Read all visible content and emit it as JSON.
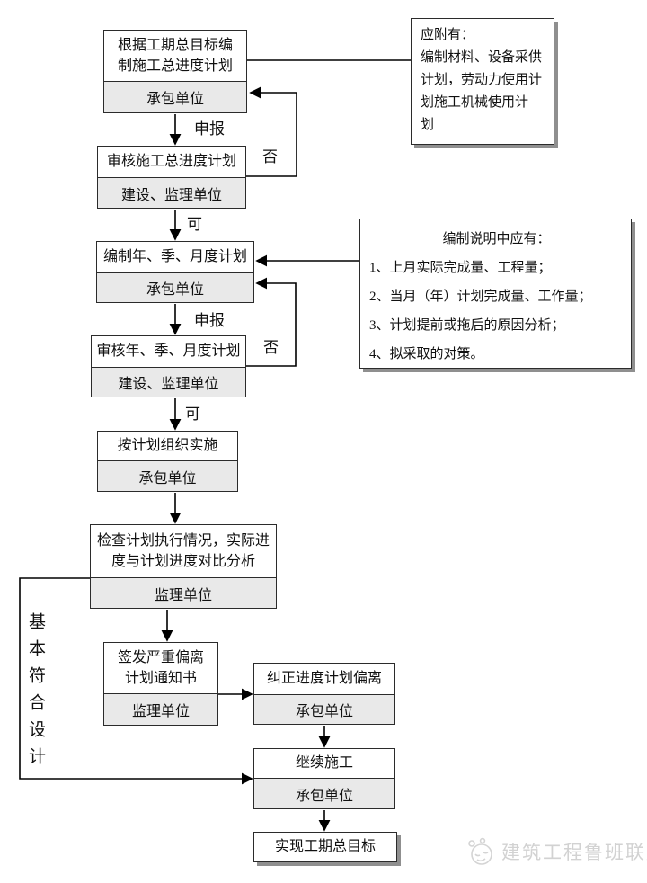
{
  "colors": {
    "agency_fill": "#e9e9e9",
    "border": "#2b2b2b",
    "line": "#000000",
    "shadow": "#8f8f8f",
    "watermark": "#d2d2d2"
  },
  "flow": {
    "steps": [
      {
        "lines": [
          "根据工期总目标编",
          "制施工总进度计划"
        ],
        "agency": "承包单位"
      },
      {
        "lines": [
          "审核施工总进度计划"
        ],
        "agency": "建设、监理单位"
      },
      {
        "lines": [
          "编制年、季、月度计划"
        ],
        "agency": "承包单位"
      },
      {
        "lines": [
          "审核年、季、月度计划"
        ],
        "agency": "建设、监理单位"
      },
      {
        "lines": [
          "按计划组织实施"
        ],
        "agency": "承包单位"
      },
      {
        "lines": [
          "检查计划执行情况，实际进",
          "度与计划进度对比分析"
        ],
        "agency": "监理单位"
      },
      {
        "lines": [
          "签发严重偏离",
          "计划通知书"
        ],
        "agency": "监理单位"
      },
      {
        "lines": [
          "纠正进度计划偏离"
        ],
        "agency": "承包单位"
      },
      {
        "lines": [
          "继续施工"
        ],
        "agency": "承包单位"
      },
      {
        "lines": [
          "实现工期总目标"
        ]
      }
    ],
    "labels": {
      "apply_1": "申报",
      "no_1": "否",
      "ok_1": "可",
      "apply_2": "申报",
      "no_2": "否",
      "ok_2": "可"
    },
    "side_label": "基本符合设计"
  },
  "annotations": {
    "attach": {
      "lines": [
        "应附有：",
        "编制材料、设备采供",
        "计划，劳动力使用计",
        "划施工机械使用计",
        "划"
      ]
    },
    "explain": {
      "title": "编制说明中应有：",
      "items": [
        "1、上月实际完成量、工程量；",
        "2、当月（年）计划完成量、工作量；",
        "3、计划提前或拖后的原因分析；",
        "4、拟采取的对策。"
      ]
    }
  },
  "watermark": {
    "text": "建筑工程鲁班联盟"
  }
}
